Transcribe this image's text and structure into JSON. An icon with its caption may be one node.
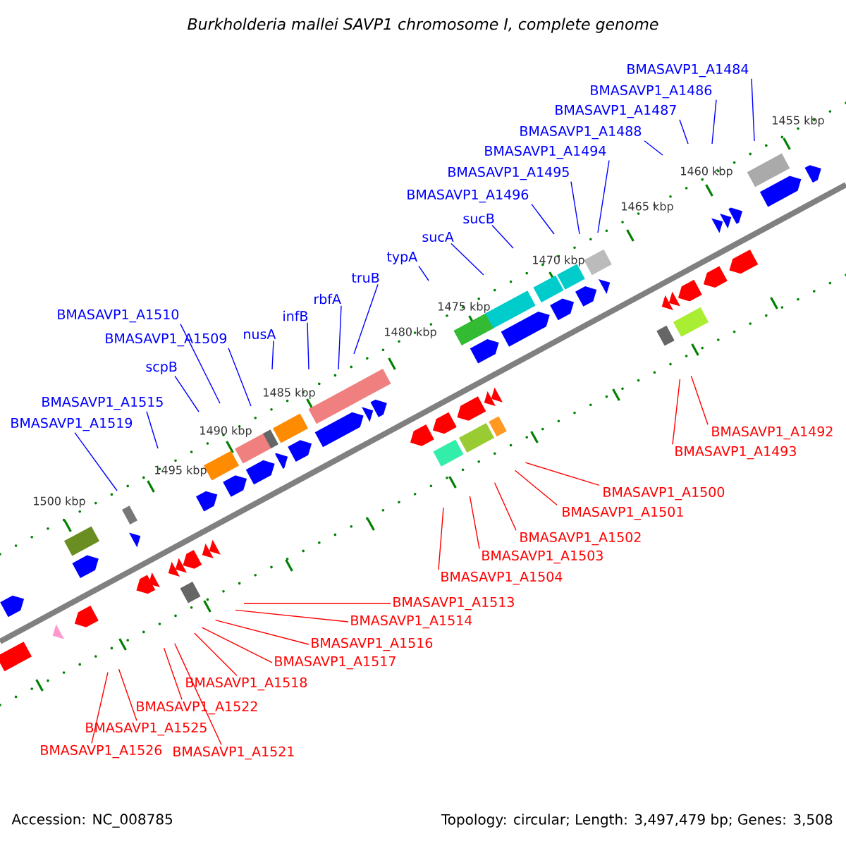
{
  "diagram": {
    "title": "Burkholderia mallei SAVP1 chromosome I, complete genome",
    "nodes": [
      {
        "text": [
          "BMASAVP1_A1484"
        ]
      },
      {
        "text": [
          "BMASAVP1_A1486"
        ]
      },
      {
        "text": [
          "BMASAVP1_A1487"
        ]
      },
      {
        "text": [
          "BMASAVP1_A1488"
        ]
      },
      {
        "text": [
          "BMASAVP1_A1494"
        ]
      },
      {
        "text": [
          "BMASAVP1_A1495"
        ]
      },
      {
        "text": [
          "BMASAVP1_A1496"
        ]
      },
      {
        "text": [
          "sucB"
        ]
      },
      {
        "text": [
          "sucA"
        ]
      },
      {
        "text": [
          "typA"
        ]
      },
      {
        "text": [
          "truB"
        ]
      },
      {
        "text": [
          "rbfA"
        ]
      },
      {
        "text": [
          "infB"
        ]
      },
      {
        "text": [
          "BMASAVP1_A1510"
        ]
      },
      {
        "text": [
          "nusA"
        ]
      },
      {
        "text": [
          "BMASAVP1_A1509"
        ]
      },
      {
        "text": [
          "scpB"
        ]
      },
      {
        "text": [
          "BMASAVP1_A1515"
        ]
      },
      {
        "text": [
          "BMASAVP1_A1519"
        ]
      },
      {
        "text": [
          "BMASAVP1_A1492"
        ]
      },
      {
        "text": [
          "BMASAVP1_A1493"
        ]
      },
      {
        "text": [
          "BMASAVP1_A1500"
        ]
      },
      {
        "text": [
          "BMASAVP1_A1501"
        ]
      },
      {
        "text": [
          "BMASAVP1_A1502"
        ]
      },
      {
        "text": [
          "BMASAVP1_A1503"
        ]
      },
      {
        "text": [
          "BMASAVP1_A1504"
        ]
      },
      {
        "text": [
          "BMASAVP1_A1513"
        ]
      },
      {
        "text": [
          "BMASAVP1_A1514"
        ]
      },
      {
        "text": [
          "BMASAVP1_A1516"
        ]
      },
      {
        "text": [
          "BMASAVP1_A1517"
        ]
      },
      {
        "text": [
          "BMASAVP1_A1518"
        ]
      },
      {
        "text": [
          "BMASAVP1_A1522"
        ]
      },
      {
        "text": [
          "BMASAVP1_A1525"
        ]
      },
      {
        "text": [
          "BMASAVP1_A1521"
        ]
      },
      {
        "text": [
          "BMASAVP1_A1526"
        ]
      }
    ],
    "edges": [
      {
        "from": 0,
        "to": null,
        "arrow": "none"
      },
      {
        "from": 1,
        "to": null,
        "arrow": "none"
      },
      {
        "from": 2,
        "to": null,
        "arrow": "none"
      },
      {
        "from": 3,
        "to": null,
        "arrow": "none"
      },
      {
        "from": 4,
        "to": null,
        "arrow": "none"
      },
      {
        "from": 5,
        "to": null,
        "arrow": "none"
      },
      {
        "from": 6,
        "to": null,
        "arrow": "none"
      },
      {
        "from": 7,
        "to": null,
        "arrow": "none"
      },
      {
        "from": 8,
        "to": null,
        "arrow": "none"
      },
      {
        "from": 9,
        "to": null,
        "arrow": "none"
      },
      {
        "from": 10,
        "to": null,
        "arrow": "none"
      },
      {
        "from": 11,
        "to": null,
        "arrow": "none"
      },
      {
        "from": 12,
        "to": null,
        "arrow": "none"
      },
      {
        "from": 13,
        "to": null,
        "arrow": "none"
      },
      {
        "from": 14,
        "to": null,
        "arrow": "none"
      },
      {
        "from": 15,
        "to": null,
        "arrow": "none"
      },
      {
        "from": 16,
        "to": null,
        "arrow": "none"
      },
      {
        "from": 17,
        "to": null,
        "arrow": "none"
      },
      {
        "from": 18,
        "to": null,
        "arrow": "none"
      },
      {
        "from": 19,
        "to": null,
        "arrow": "none",
        "color": "#ff0000"
      },
      {
        "from": 20,
        "to": null,
        "arrow": "none",
        "color": "#ff0000"
      },
      {
        "from": 21,
        "to": null,
        "arrow": "none",
        "color": "#ff0000"
      },
      {
        "from": 22,
        "to": null,
        "arrow": "none",
        "color": "#ff0000"
      },
      {
        "from": 23,
        "to": null,
        "arrow": "none",
        "color": "#ff0000"
      },
      {
        "from": 24,
        "to": null,
        "arrow": "none",
        "color": "#ff0000"
      },
      {
        "from": 25,
        "to": null,
        "arrow": "none",
        "color": "#ff0000"
      },
      {
        "from": 26,
        "to": null,
        "arrow": "none",
        "color": "#ff0000"
      },
      {
        "from": 27,
        "to": null,
        "arrow": "none",
        "color": "#ff0000"
      },
      {
        "from": 28,
        "to": null,
        "arrow": "none",
        "color": "#ff0000"
      },
      {
        "from": 29,
        "to": null,
        "arrow": "none",
        "color": "#ff0000"
      },
      {
        "from": 30,
        "to": null,
        "arrow": "none",
        "color": "#ff0000"
      },
      {
        "from": 31,
        "to": null,
        "arrow": "none",
        "color": "#ff0000"
      },
      {
        "from": 32,
        "to": null,
        "arrow": "none",
        "color": "#ff0000"
      },
      {
        "from": 33,
        "to": null,
        "arrow": "none",
        "color": "#ff0000"
      },
      {
        "from": 34,
        "to": null,
        "arrow": "none",
        "color": "#ff0000"
      }
    ],
    "labels": [
      "1455 kbp",
      "1460 kbp",
      "1465 kbp",
      "1470 kbp",
      "1475 kbp",
      "1480 kbp",
      "1485 kbp",
      "1490 kbp",
      "1495 kbp",
      "1500 kbp",
      "Accession: NC_008785",
      "Topology: circular; Length: 3,497,479 bp; Genes: 3,508"
    ]
  }
}
